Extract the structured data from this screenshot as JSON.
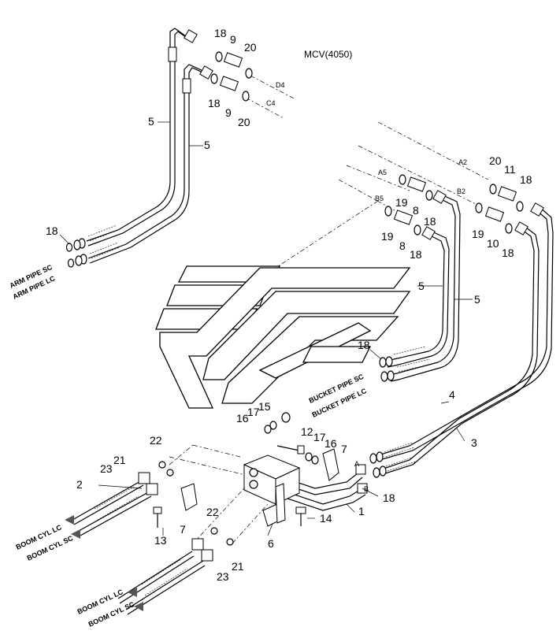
{
  "title": "MCV(4050)",
  "port_labels": {
    "d4": "D4",
    "c4": "C4",
    "a2": "A2",
    "a5": "A5",
    "b5": "B5",
    "b2": "B2",
    "a": "A",
    "b": "B"
  },
  "side_labels": {
    "arm_pipe_sc": "ARM PIPE SC",
    "arm_pipe_lc": "ARM PIPE LC",
    "bucket_pipe_sc": "BUCKET PIPE SC",
    "bucket_pipe_lc": "BUCKET PIPE LC",
    "boom_cyl_lc_top": "BOOM CYL LC",
    "boom_cyl_sc_top": "BOOM CYL SC",
    "boom_cyl_lc_bottom": "BOOM CYL LC",
    "boom_cyl_sc_bottom": "BOOM CYL SC"
  },
  "callouts": {
    "c18a": "18",
    "c9a": "9",
    "c20a": "20",
    "c18b": "18",
    "c9b": "9",
    "c20b": "20",
    "c5a": "5",
    "c5b": "5",
    "c18c": "18",
    "c20c": "20",
    "c11": "11",
    "c18d": "18",
    "c19a": "19",
    "c8a": "8",
    "c18e": "18",
    "c19b": "19",
    "c8b": "8",
    "c18f": "18",
    "c19c": "19",
    "c10": "10",
    "c18g": "18",
    "c5c": "5",
    "c5d": "5",
    "c18h": "18",
    "c4": "4",
    "c3": "3",
    "c15": "15",
    "c17a": "17",
    "c16a": "16",
    "c12": "12",
    "c17b": "17",
    "c16b": "16",
    "c7a": "7",
    "c22a": "22",
    "c21a": "21",
    "c23a": "23",
    "c2": "2",
    "c13": "13",
    "c7b": "7",
    "c22b": "22",
    "c14": "14",
    "c6": "6",
    "c1": "1",
    "c18i": "18",
    "c21b": "21",
    "c23b": "23"
  }
}
